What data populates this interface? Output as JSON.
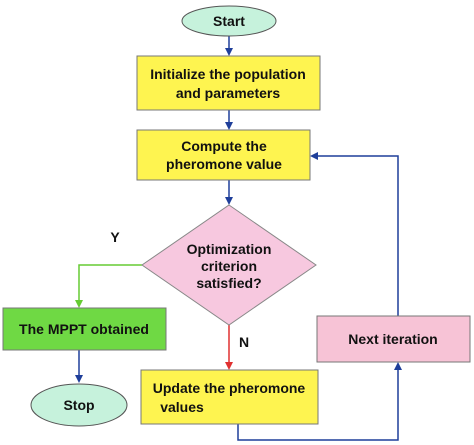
{
  "nodes": {
    "start": {
      "label": "Start"
    },
    "init": {
      "line1": "Initialize the population",
      "line2": "and parameters"
    },
    "compute": {
      "line1": "Compute the",
      "line2": "pheromone value"
    },
    "decision": {
      "line1": "Optimization",
      "line2": "criterion",
      "line3": "satisfied?"
    },
    "mppt": {
      "label": "The MPPT obtained"
    },
    "stop": {
      "label": "Stop"
    },
    "update": {
      "line1": "Update the pheromone",
      "line2": "values"
    },
    "next": {
      "label": "Next iteration"
    }
  },
  "edge_labels": {
    "yes": "Y",
    "no": "N"
  },
  "colors": {
    "terminal_fill": "#c6f2dc",
    "process_fill": "#fef450",
    "decision_fill": "#f7c8df",
    "mppt_fill": "#6fd944",
    "next_fill": "#f7c3d6",
    "main_arrow": "#1f3f9a",
    "yes_arrow": "#66cc33",
    "no_arrow": "#e03030"
  }
}
